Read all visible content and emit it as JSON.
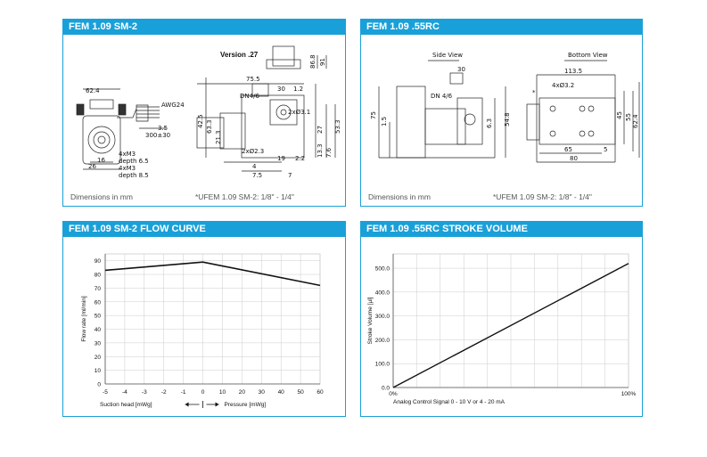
{
  "panels": {
    "p1": {
      "title": "FEM 1.09 SM-2",
      "footer_left": "Dimensions in mm",
      "footer_right": "*UFEM 1.09 SM-2: 1/8\" - 1/4\""
    },
    "p2": {
      "title": "FEM 1.09 .55RC",
      "footer_left": "Dimensions in mm",
      "footer_right": "*UFEM 1.09 SM-2: 1/8\" - 1/4\""
    },
    "p3": {
      "title": "FEM 1.09 SM-2 FLOW CURVE"
    },
    "p4": {
      "title": "FEM 1.09 .55RC STROKE VOLUME"
    }
  },
  "drawing1": {
    "version": "Version .27",
    "labels": [
      "62.4",
      "AWG24",
      "3.5",
      "300±30",
      "26",
      "16",
      "4xM3",
      "depth 6.5",
      "4xM3",
      "depth 8.5",
      "75.5",
      "DN4/6",
      "30",
      "1.2",
      "2xØ3.1",
      "42.5",
      "63.3",
      "21.3",
      "2xØ2.3",
      "19",
      "2.2",
      "4",
      "7.5",
      "7",
      "27",
      "13.3",
      "7.6",
      "53.3",
      "86.8",
      "91"
    ]
  },
  "drawing2": {
    "side_view": "Side View",
    "bottom_view": "Bottom View",
    "labels": [
      "30",
      "DN 4/6",
      "75",
      "1.5",
      "6.3",
      "54.8",
      "113.5",
      "4xØ3.2",
      "*",
      "45",
      "55",
      "62.4",
      "65",
      "5",
      "80"
    ]
  },
  "chart_data": [
    {
      "type": "line",
      "title": "",
      "xlabel_left": "Suction head [mWg]",
      "xlabel_right": "Pressure [mWg]",
      "ylabel": "Flow rate [ml/min]",
      "x_ticks": [
        "-5",
        "-4",
        "-3",
        "-2",
        "-1",
        "0",
        "10",
        "20",
        "30",
        "40",
        "50",
        "60"
      ],
      "y_ticks": [
        "0",
        "10",
        "20",
        "30",
        "40",
        "50",
        "60",
        "70",
        "80",
        "90"
      ],
      "ylim": [
        0,
        95
      ],
      "grid": true,
      "series": [
        {
          "points": [
            [
              "-5",
              83
            ],
            [
              "0",
              89
            ],
            [
              "60",
              72
            ]
          ]
        }
      ]
    },
    {
      "type": "line",
      "title": "",
      "xlabel": "Analog Control Signal 0 - 10 V or 4 - 20 mA",
      "ylabel": "Stroke Volume [µl]",
      "x_ticks": [
        "0%",
        "100%"
      ],
      "y_ticks": [
        "0.0",
        "100.0",
        "200.0",
        "300.0",
        "400.0",
        "500.0"
      ],
      "ylim": [
        0,
        560
      ],
      "grid": true,
      "series": [
        {
          "x": [
            0,
            100
          ],
          "values": [
            0,
            520
          ]
        }
      ]
    }
  ]
}
